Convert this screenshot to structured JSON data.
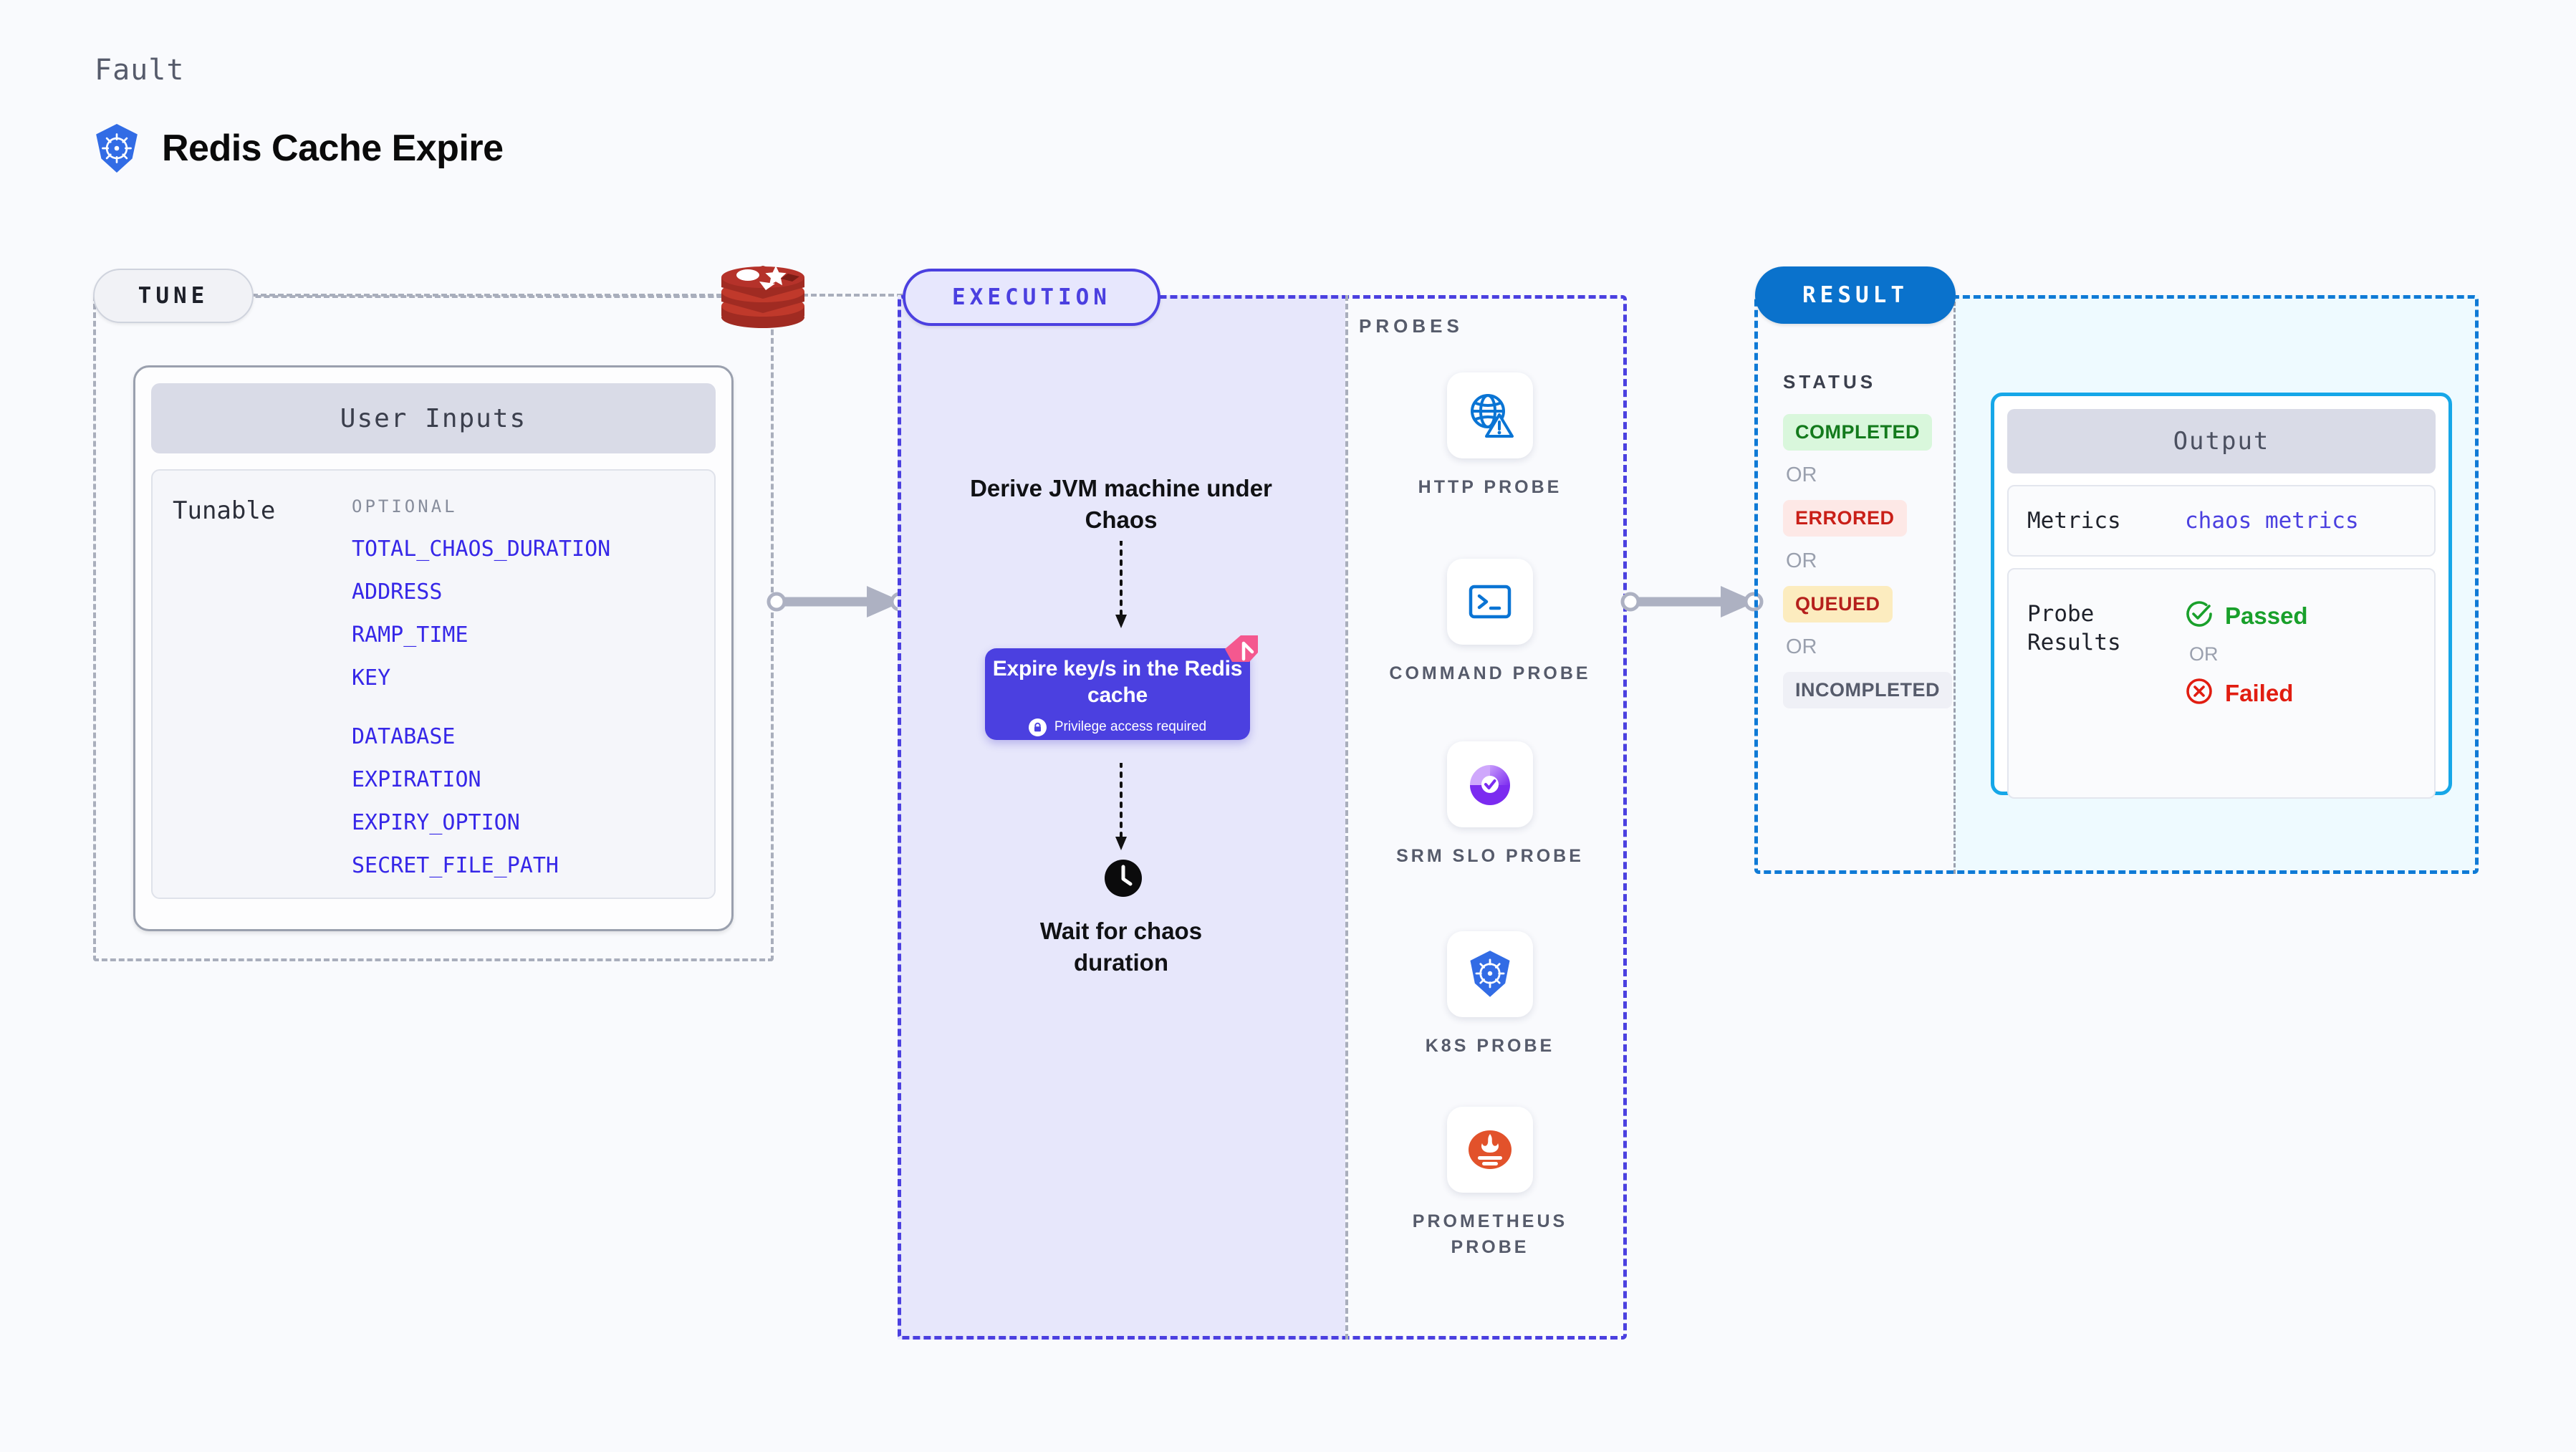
{
  "header": {
    "eyebrow": "Fault",
    "title": "Redis Cache Expire",
    "logo_icon": "kubernetes-icon"
  },
  "colors": {
    "background": "#f9fafd",
    "tune_accent": "#a9aebc",
    "execution_accent": "#4b40e0",
    "result_accent": "#0f7ad6",
    "output_accent": "#16a7e8",
    "tunable_text": "#3627e8",
    "status_completed": "#137a1c",
    "status_errored": "#c91f18",
    "status_queued": "#b5201c",
    "status_incompleted": "#565b6b",
    "passed": "#19a02b",
    "failed": "#e11d11",
    "redis_red": "#b5322a"
  },
  "tune": {
    "stage_label": "TUNE",
    "target_icon": "redis-icon",
    "card_title": "User Inputs",
    "tunable_label": "Tunable",
    "optional_label": "OPTIONAL",
    "tunables": [
      "TOTAL_CHAOS_DURATION",
      "ADDRESS",
      "RAMP_TIME",
      "KEY",
      "DATABASE",
      "EXPIRATION",
      "EXPIRY_OPTION",
      "SECRET_FILE_PATH"
    ]
  },
  "execution": {
    "stage_label": "EXECUTION",
    "step_title": "Derive JVM machine under Chaos",
    "action": {
      "title": "Expire key/s in the Redis cache",
      "privilege_note": "Privilege access required",
      "lock_icon": "lock-icon",
      "corner_icon": "litmus-icon"
    },
    "wait": {
      "icon": "clock-icon",
      "title": "Wait for chaos duration"
    }
  },
  "probes": {
    "section_label": "PROBES",
    "items": [
      {
        "name": "HTTP PROBE",
        "icon": "globe-warning-icon"
      },
      {
        "name": "COMMAND PROBE",
        "icon": "terminal-icon"
      },
      {
        "name": "SRM SLO PROBE",
        "icon": "slo-gauge-icon"
      },
      {
        "name": "K8S PROBE",
        "icon": "kubernetes-icon"
      },
      {
        "name": "PROMETHEUS PROBE",
        "icon": "prometheus-icon"
      }
    ]
  },
  "result": {
    "stage_label": "RESULT",
    "status_label": "STATUS",
    "or_label": "OR",
    "statuses": [
      "COMPLETED",
      "ERRORED",
      "QUEUED",
      "INCOMPLETED"
    ],
    "output": {
      "title": "Output",
      "metrics_label": "Metrics",
      "metrics_value": "chaos metrics",
      "probe_results_label": "Probe Results",
      "passed_label": "Passed",
      "failed_label": "Failed",
      "or_label": "OR",
      "passed_icon": "check-circle-icon",
      "failed_icon": "x-circle-icon"
    }
  }
}
